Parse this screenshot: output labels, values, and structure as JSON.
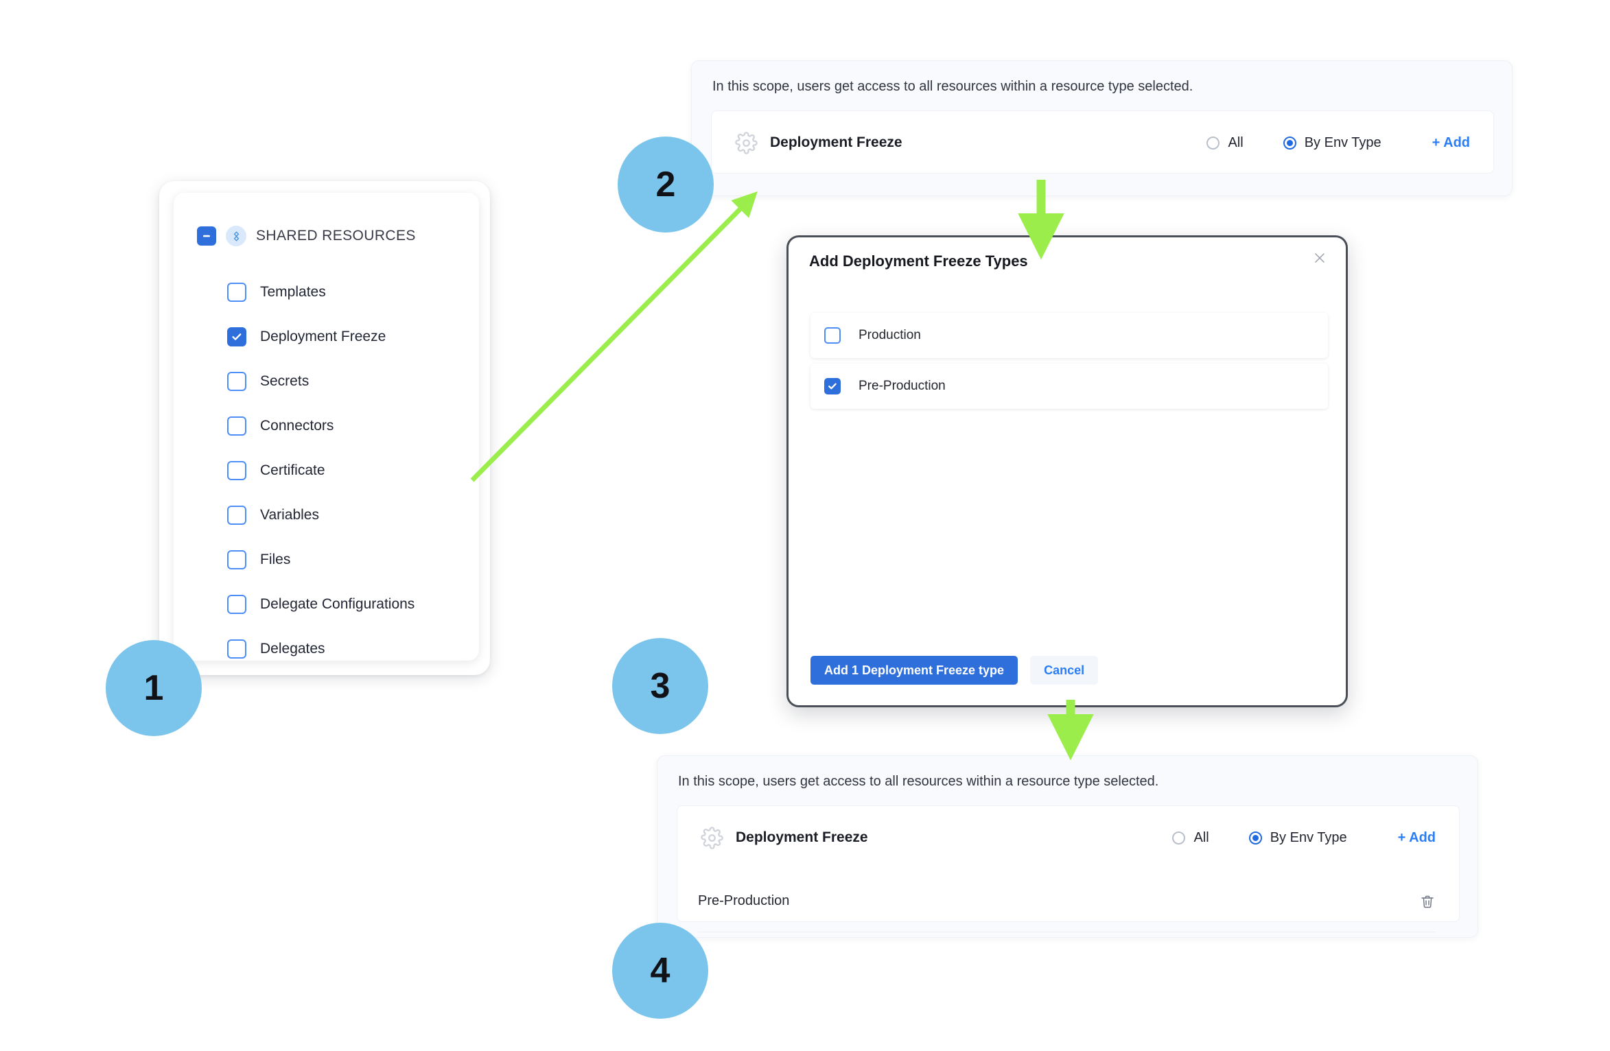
{
  "shared_resources": {
    "header": {
      "label": "SHARED RESOURCES",
      "checkbox_state": "indeterminate",
      "badge_icon": "resources-diamond-icon"
    },
    "items": [
      {
        "label": "Templates",
        "checked": false
      },
      {
        "label": "Deployment Freeze",
        "checked": true
      },
      {
        "label": "Secrets",
        "checked": false
      },
      {
        "label": "Connectors",
        "checked": false
      },
      {
        "label": "Certificate",
        "checked": false
      },
      {
        "label": "Variables",
        "checked": false
      },
      {
        "label": "Files",
        "checked": false
      },
      {
        "label": "Delegate Configurations",
        "checked": false
      },
      {
        "label": "Delegates",
        "checked": false
      }
    ]
  },
  "scope_panel_top": {
    "note": "In this scope, users get access to all resources within a resource type selected.",
    "resource": {
      "icon": "gear-icon",
      "name": "Deployment Freeze",
      "options": [
        {
          "label": "All",
          "selected": false
        },
        {
          "label": "By Env Type",
          "selected": true
        }
      ],
      "add_label": "+ Add"
    },
    "selected_values": []
  },
  "modal": {
    "title": "Add Deployment Freeze Types",
    "close_icon": "close-icon",
    "options": [
      {
        "label": "Production",
        "checked": false
      },
      {
        "label": "Pre-Production",
        "checked": true
      }
    ],
    "primary_button": "Add 1 Deployment Freeze type",
    "secondary_button": "Cancel"
  },
  "scope_panel_bottom": {
    "note": "In this scope, users get access to all resources within a resource type selected.",
    "resource": {
      "icon": "gear-icon",
      "name": "Deployment Freeze",
      "options": [
        {
          "label": "All",
          "selected": false
        },
        {
          "label": "By Env Type",
          "selected": true
        }
      ],
      "add_label": "+ Add"
    },
    "selected_values": [
      {
        "label": "Pre-Production",
        "delete_icon": "trash-icon"
      }
    ]
  },
  "steps": [
    {
      "number": "1"
    },
    {
      "number": "2"
    },
    {
      "number": "3"
    },
    {
      "number": "4"
    }
  ],
  "colors": {
    "step_badge": "#7bc5ec",
    "arrow": "#9aed4a",
    "primary_blue": "#2f6fdb",
    "link_blue": "#2a7df4",
    "panel_bg": "#f8fafd"
  }
}
